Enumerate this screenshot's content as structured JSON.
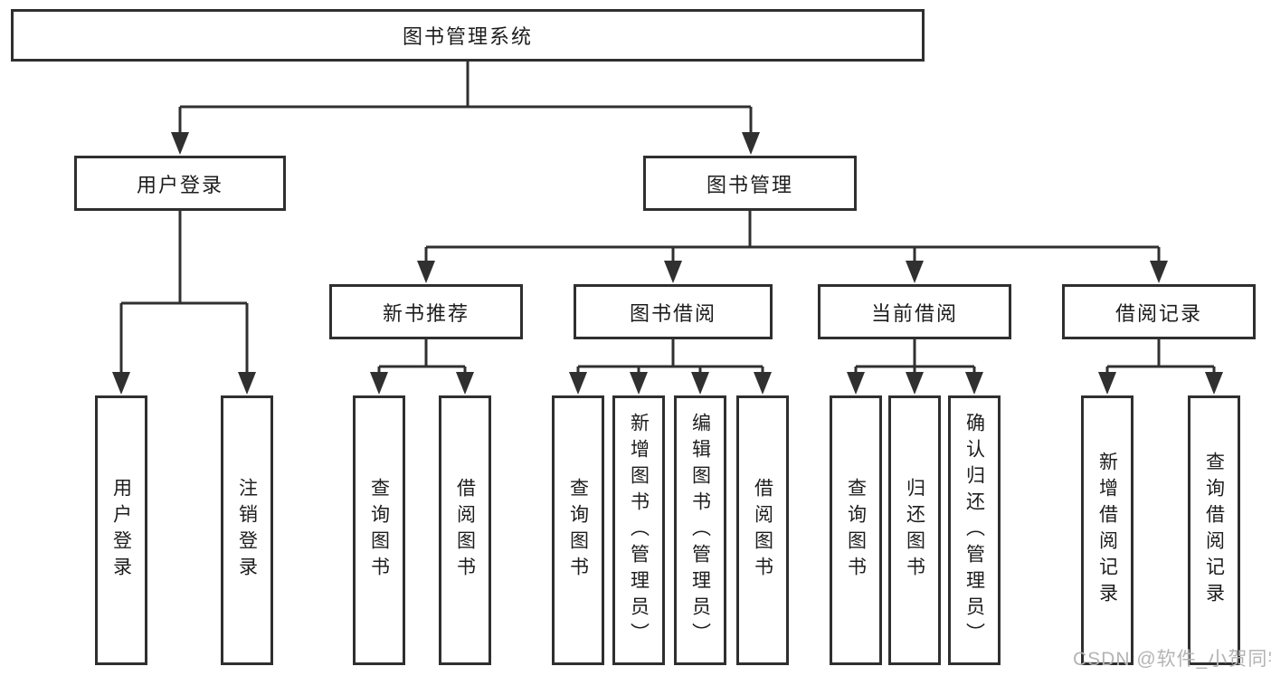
{
  "diagram": {
    "root": {
      "label": "图书管理系统"
    },
    "level2": [
      {
        "label": "用户登录"
      },
      {
        "label": "图书管理"
      }
    ],
    "level3": [
      {
        "label": "新书推荐"
      },
      {
        "label": "图书借阅"
      },
      {
        "label": "当前借阅"
      },
      {
        "label": "借阅记录"
      }
    ],
    "leaves": {
      "user_login": [
        "用户登录",
        "注销登录"
      ],
      "new_book_recommend": [
        "查询图书",
        "借阅图书"
      ],
      "book_borrow": [
        "查询图书",
        "新增图书（管理员）",
        "编辑图书（管理员）",
        "借阅图书"
      ],
      "current_borrow": [
        "查询图书",
        "归还图书",
        "确认归还（管理员）"
      ],
      "borrow_records": [
        "新增借阅记录",
        "查询借阅记录"
      ]
    }
  },
  "watermark": "CSDN @软件_小贺同学",
  "colors": {
    "line": "#303030",
    "border": "#2f2f2f",
    "text": "#1d1d1d",
    "watermark": "#b4b4b4",
    "background": "#ffffff"
  }
}
